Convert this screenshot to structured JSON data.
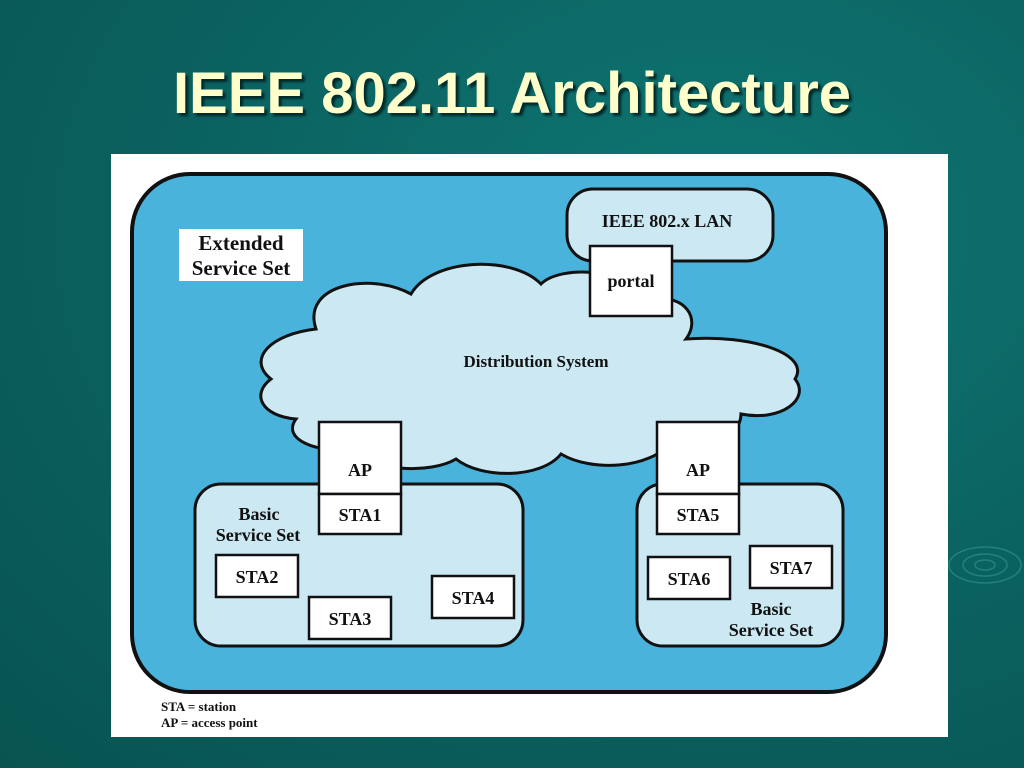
{
  "slide": {
    "title": "IEEE 802.11 Architecture"
  },
  "diagram": {
    "ess_label_line1": "Extended",
    "ess_label_line2": "Service Set",
    "lan_label": "IEEE 802.x LAN",
    "portal_label": "portal",
    "ds_label": "Distribution System",
    "ap_left_label": "AP",
    "ap_right_label": "AP",
    "bss_left_line1": "Basic",
    "bss_left_line2": "Service Set",
    "bss_right_line1": "Basic",
    "bss_right_line2": "Service Set",
    "stations": {
      "sta1": "STA1",
      "sta2": "STA2",
      "sta3": "STA3",
      "sta4": "STA4",
      "sta5": "STA5",
      "sta6": "STA6",
      "sta7": "STA7"
    },
    "legend_line1": "STA = station",
    "legend_line2": "AP = access point",
    "colors": {
      "ess_fill": "#4ab3dc",
      "bss_fill": "#cce9f3",
      "cloud_fill": "#cce9f3",
      "outline": "#111111"
    }
  }
}
